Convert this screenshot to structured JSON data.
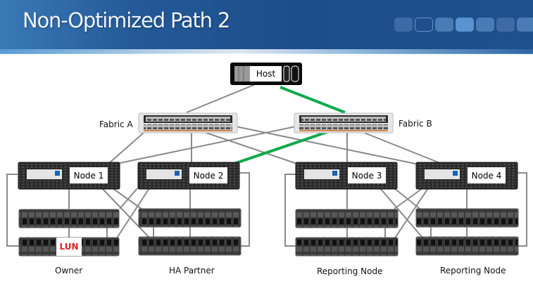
{
  "slide": {
    "title": "Non-Optimized Path 2",
    "pager": {
      "total": 7,
      "active_index": 3,
      "outlined_index": 1
    }
  },
  "diagram": {
    "host": {
      "label": "Host"
    },
    "fabrics": [
      {
        "id": "fabric-a",
        "label": "Fabric A"
      },
      {
        "id": "fabric-b",
        "label": "Fabric B"
      }
    ],
    "nodes": [
      {
        "id": "node-1",
        "label": "Node 1"
      },
      {
        "id": "node-2",
        "label": "Node 2"
      },
      {
        "id": "node-3",
        "label": "Node 3"
      },
      {
        "id": "node-4",
        "label": "Node 4"
      }
    ],
    "lun": {
      "label": "LUN",
      "color": "#e01e1e"
    },
    "roles": [
      {
        "label": "Owner"
      },
      {
        "label": "HA Partner"
      },
      {
        "label": "Reporting Node"
      },
      {
        "label": "Reporting Node"
      }
    ],
    "active_path": {
      "description": "Host → Fabric B → Node 2",
      "color": "#10a84a"
    },
    "link_color": "#888888"
  }
}
